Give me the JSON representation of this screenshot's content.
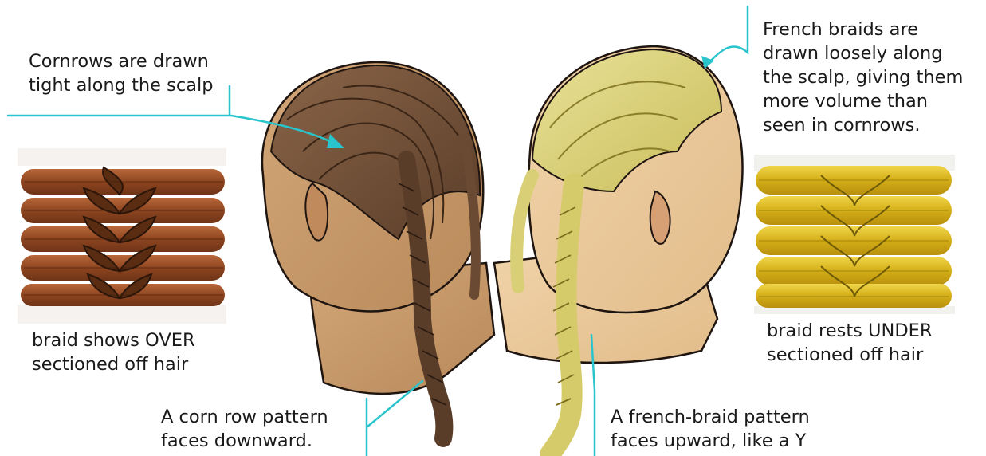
{
  "accent_color": "#29c4cc",
  "annotations": {
    "cornrows_tight": [
      "Cornrows are drawn",
      "tight along the scalp"
    ],
    "french_loose": [
      "French braids are",
      "drawn loosely along",
      "the scalp, giving them",
      "more volume than",
      "seen in cornrows."
    ],
    "braid_over": [
      "braid shows OVER",
      "sectioned off hair"
    ],
    "braid_under": [
      "braid rests UNDER",
      "sectioned off hair"
    ],
    "corn_pattern": [
      "A corn row pattern",
      "faces downward."
    ],
    "french_pattern": [
      "A french-braid pattern",
      "faces upward, like a Y"
    ]
  },
  "colors": {
    "cornrow_hair": "#6b4a33",
    "cornrow_hair_light": "#8d6a4c",
    "skin_left": "#c89a6a",
    "french_hair": "#d8cf72",
    "french_hair_light": "#eee7a3",
    "skin_right": "#e9c79a",
    "swatch_brown": "#9a4f23",
    "swatch_gold": "#d9b51c"
  }
}
